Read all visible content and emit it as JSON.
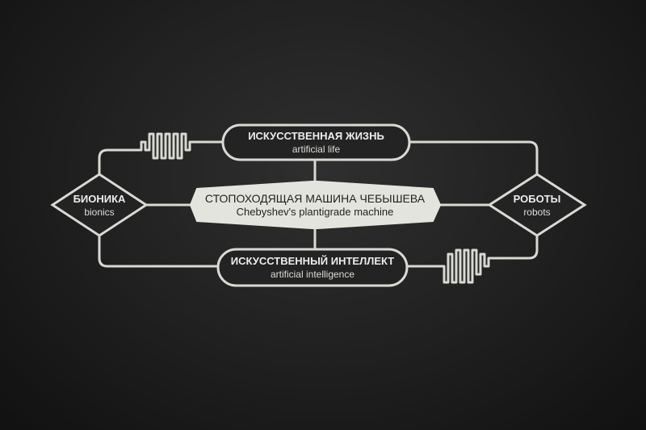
{
  "diagram": {
    "nodes": {
      "artificial_life": {
        "title": "ИСКУССТВЕННАЯ ЖИЗНЬ",
        "subtitle": "artificial life"
      },
      "bionics": {
        "title": "БИОНИКА",
        "subtitle": "bionics"
      },
      "center": {
        "title": "СТОПОХОДЯЩАЯ МАШИНА ЧЕБЫШЕВА",
        "subtitle": "Chebyshev's plantigrade machine"
      },
      "robots": {
        "title": "РОБОТЫ",
        "subtitle": "robots"
      },
      "artificial_intelligence": {
        "title": "ИСКУССТВЕННЫЙ ИНТЕЛЛЕКТ",
        "subtitle": "artificial intelligence"
      }
    }
  }
}
